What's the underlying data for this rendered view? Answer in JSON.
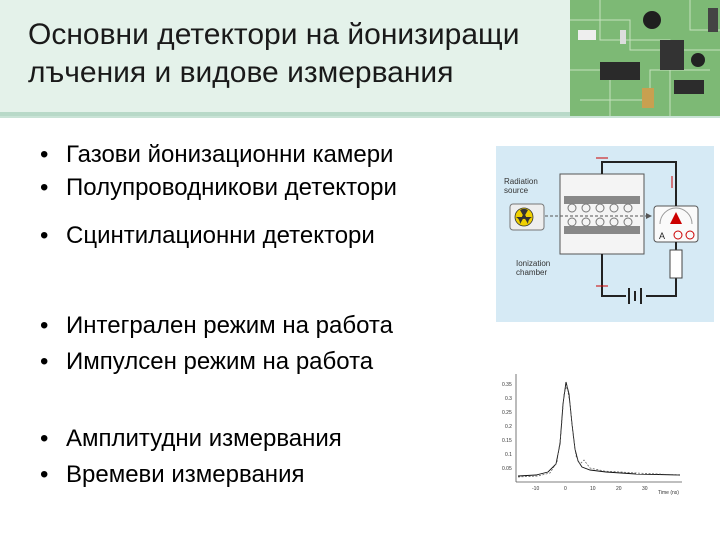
{
  "slide": {
    "title_line1": "Основни детектори на йонизиращи",
    "title_line2": "лъчения и видове измервания"
  },
  "bullet_marker": "•",
  "groups": [
    {
      "items": [
        "Газови йонизационни камери",
        "Полупроводникови детектори",
        "Сцинтилационни детектори"
      ]
    },
    {
      "items": [
        "Интегрален режим на работа",
        "Импулсен режим на работа"
      ]
    },
    {
      "items": [
        "Амплитудни измервания",
        "Времеви измервания"
      ]
    }
  ],
  "diagram": {
    "radiation_source_line1": "Radiation",
    "radiation_source_line2": "source",
    "chamber_line1": "Ionization",
    "chamber_line2": "chamber",
    "meter_a": "A"
  },
  "spectrum": {
    "y_ticks": [
      "0.35",
      "0.3",
      "0.25",
      "0.2",
      "0.15",
      "0.1",
      "0.05"
    ],
    "x_ticks": [
      "-10",
      "0",
      "10",
      "20",
      "30"
    ],
    "x_unit": "Time (ns)"
  }
}
